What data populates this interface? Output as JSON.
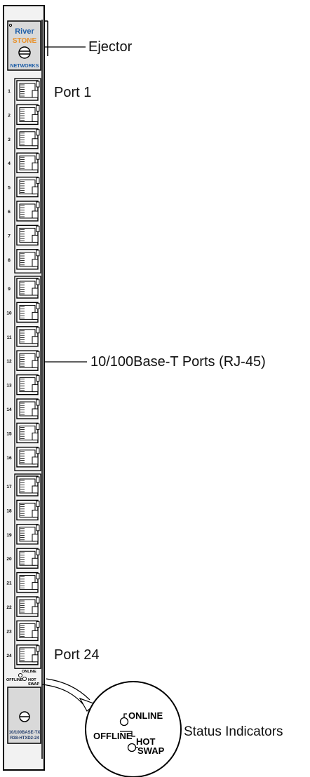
{
  "logo": {
    "line1": "River",
    "line2": "STONE",
    "line3": "NETWORKS"
  },
  "callouts": {
    "ejector": "Ejector",
    "port1": "Port 1",
    "ports": "10/100Base-T Ports (RJ-45)",
    "port24": "Port 24",
    "status": "Status Indicators"
  },
  "port_groups": [
    {
      "ports": [
        "1",
        "2",
        "3",
        "4",
        "5",
        "6",
        "7",
        "8"
      ]
    },
    {
      "ports": [
        "9",
        "10",
        "11",
        "12",
        "13",
        "14",
        "15",
        "16"
      ]
    },
    {
      "ports": [
        "17",
        "18",
        "19",
        "20",
        "21",
        "22",
        "23",
        "24"
      ]
    }
  ],
  "leds": {
    "online": "ONLINE",
    "offline": "OFFLINE",
    "hot": "HOT",
    "swap": "SWAP"
  },
  "model": {
    "line1": "10/100BASE-TX",
    "line2": "R38-HTXD2-24"
  },
  "zoom": {
    "online": "ONLINE",
    "offline": "OFFLINE",
    "hot": "HOT",
    "swap": "SWAP"
  },
  "colors": {
    "logo_blue": "#1f5fa8",
    "logo_orange": "#e8912a",
    "panel_gray": "#d9d9d9"
  }
}
